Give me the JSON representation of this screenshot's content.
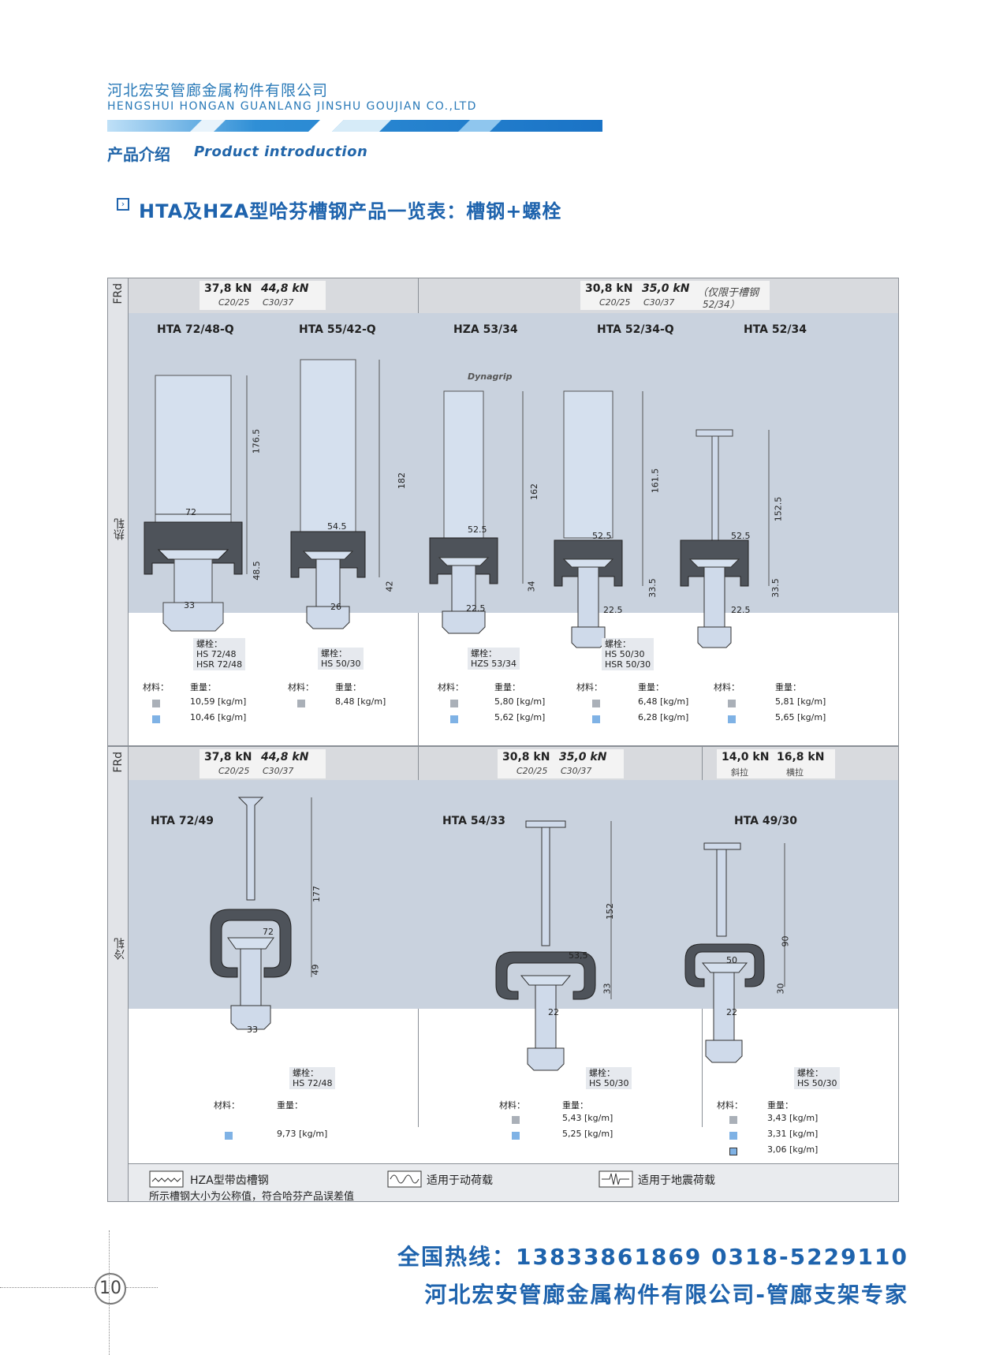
{
  "header": {
    "company_cn": "河北宏安管廊金属构件有限公司",
    "company_en": "HENGSHUI HONGAN GUANLANG JINSHU GOUJIAN CO.,LTD",
    "section_cn": "产品介绍",
    "section_en": "Product introduction",
    "page_title": "HTA及HZA型哈芬槽钢产品一览表：槽钢+螺栓",
    "title_icon": "arrow-box-icon"
  },
  "table": {
    "frd_label": "FRd",
    "row1_label": "热轧",
    "row2_label": "冷轧",
    "row1": {
      "force_left": {
        "v1": "37,8 kN",
        "v2": "44,8 kN",
        "c1": "C20/25",
        "c2": "C30/37"
      },
      "force_right": {
        "v1": "30,8 kN",
        "v2": "35,0 kN",
        "note": "（仅限于槽钢",
        "c1": "C20/25",
        "c2": "C30/37",
        "note2": "52/34）"
      },
      "products": [
        {
          "name": "HTA 72/48-Q",
          "dims": [
            "176.5",
            "72",
            "48.5",
            "33"
          ],
          "bolt": "螺栓：",
          "bolt_models": [
            "HS 72/48",
            "HSR 72/48"
          ],
          "mat_label": "材料：",
          "wt_label": "重量：",
          "weights": [
            "10,59 [kg/m]",
            "10,46 [kg/m]"
          ]
        },
        {
          "name": "HTA 55/42-Q",
          "dims": [
            "182",
            "54.5",
            "42",
            "26"
          ],
          "bolt": "螺栓：",
          "bolt_models": [
            "HS 50/30"
          ],
          "mat_label": "材料：",
          "wt_label": "重量：",
          "weights": [
            "8,48 [kg/m]"
          ]
        },
        {
          "name": "HZA 53/34",
          "extra": "Dynagrip",
          "dims": [
            "162",
            "52.5",
            "34",
            "22.5"
          ],
          "bolt": "螺栓：",
          "bolt_models": [
            "HZS 53/34"
          ],
          "mat_label": "材料：",
          "wt_label": "重量：",
          "weights": [
            "5,80 [kg/m]",
            "5,62 [kg/m]"
          ]
        },
        {
          "name": "HTA 52/34-Q",
          "dims": [
            "161.5",
            "52.5",
            "33.5",
            "22.5"
          ],
          "bolt": "螺栓：",
          "bolt_models": [
            "HS 50/30",
            "HSR 50/30"
          ],
          "mat_label": "材料：",
          "wt_label": "重量：",
          "weights": [
            "6,48 [kg/m]",
            "6,28 [kg/m]"
          ]
        },
        {
          "name": "HTA 52/34",
          "dims": [
            "152.5",
            "52.5",
            "33.5",
            "22.5"
          ],
          "mat_label": "材料：",
          "wt_label": "重量：",
          "weights": [
            "5,81 [kg/m]",
            "5,65 [kg/m]"
          ]
        }
      ]
    },
    "row2": {
      "force_a": {
        "v1": "37,8 kN",
        "v2": "44,8 kN",
        "c1": "C20/25",
        "c2": "C30/37"
      },
      "force_b": {
        "v1": "30,8 kN",
        "v2": "35,0 kN",
        "c1": "C20/25",
        "c2": "C30/37"
      },
      "force_c": {
        "v1": "14,0 kN",
        "v2": "16,8 kN",
        "c1": "斜拉",
        "c2": "横拉"
      },
      "products": [
        {
          "name": "HTA 72/49",
          "dims": [
            "177",
            "72",
            "49",
            "33"
          ],
          "bolt": "螺栓：",
          "bolt_models": [
            "HS 72/48"
          ],
          "mat_label": "材料：",
          "wt_label": "重量：",
          "weights": [
            "9,73 [kg/m]"
          ]
        },
        {
          "name": "HTA 54/33",
          "dims": [
            "152",
            "53,5",
            "33",
            "22"
          ],
          "bolt": "螺栓：",
          "bolt_models": [
            "HS 50/30"
          ],
          "mat_label": "材料：",
          "wt_label": "重量：",
          "weights": [
            "5,43 [kg/m]",
            "5,25 [kg/m]"
          ]
        },
        {
          "name": "HTA 49/30",
          "dims": [
            "90",
            "50",
            "30",
            "22"
          ],
          "bolt": "螺栓：",
          "bolt_models": [
            "HS 50/30"
          ],
          "mat_label": "材料：",
          "wt_label": "重量：",
          "weights": [
            "3,43 [kg/m]",
            "3,31 [kg/m]",
            "3,06 [kg/m]"
          ]
        }
      ]
    },
    "legend": {
      "item1": "HZA型带齿槽钢",
      "item2": "适用于动荷载",
      "item3": "适用于地震荷载",
      "note": "所示槽钢大小为公称值，符合哈芬产品误差值"
    }
  },
  "footer": {
    "hotline": "全国热线：13833861869   0318-5229110",
    "slogan": "河北宏安管廊金属构件有限公司-管廊支架专家",
    "page_number": "10"
  },
  "colors": {
    "brand_blue": "#1e63ad",
    "panel": "#c9d2de",
    "channel": "#4e535a"
  }
}
